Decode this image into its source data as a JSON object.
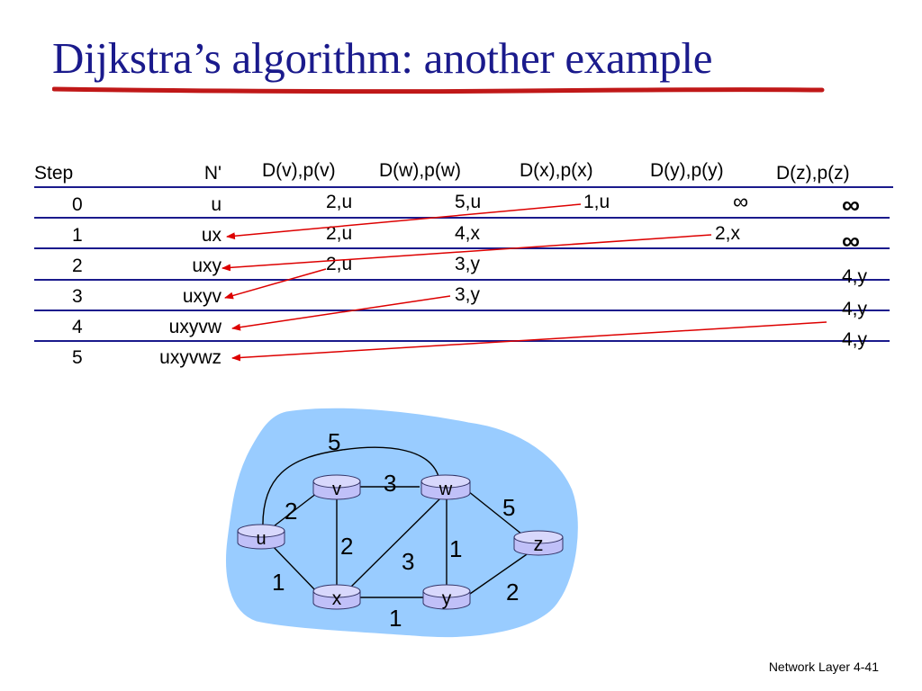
{
  "title": "Dijkstra’s algorithm: another example",
  "table": {
    "headers": {
      "step": "Step",
      "n": "N'",
      "v": "D(v),p(v)",
      "w": "D(w),p(w)",
      "x": "D(x),p(x)",
      "y": "D(y),p(y)",
      "z": "D(z),p(z)"
    },
    "rows": [
      {
        "step": "0",
        "n": "u",
        "v": "2,u",
        "w": "5,u",
        "x": "1,u",
        "y": "∞",
        "z": "∞"
      },
      {
        "step": "1",
        "n": "ux",
        "v": "2,u",
        "w": "4,x",
        "x": "",
        "y": "2,x",
        "z": "∞"
      },
      {
        "step": "2",
        "n": "uxy",
        "v": "2,u",
        "w": "3,y",
        "x": "",
        "y": "",
        "z": "4,y"
      },
      {
        "step": "3",
        "n": "uxyv",
        "v": "",
        "w": "3,y",
        "x": "",
        "y": "",
        "z": "4,y"
      },
      {
        "step": "4",
        "n": "uxyvw",
        "v": "",
        "w": "",
        "x": "",
        "y": "",
        "z": "4,y"
      },
      {
        "step": "5",
        "n": "uxyvwz",
        "v": "",
        "w": "",
        "x": "",
        "y": "",
        "z": ""
      }
    ]
  },
  "graph": {
    "nodes": [
      "u",
      "v",
      "w",
      "x",
      "y",
      "z"
    ],
    "edges": [
      {
        "from": "u",
        "to": "v",
        "cost": "2"
      },
      {
        "from": "u",
        "to": "x",
        "cost": "1"
      },
      {
        "from": "u",
        "to": "w",
        "cost": "5"
      },
      {
        "from": "v",
        "to": "w",
        "cost": "3"
      },
      {
        "from": "v",
        "to": "x",
        "cost": "2"
      },
      {
        "from": "x",
        "to": "w",
        "cost": "3"
      },
      {
        "from": "x",
        "to": "y",
        "cost": "1"
      },
      {
        "from": "w",
        "to": "y",
        "cost": "1"
      },
      {
        "from": "w",
        "to": "z",
        "cost": "5"
      },
      {
        "from": "y",
        "to": "z",
        "cost": "2"
      }
    ],
    "colors": {
      "cloud": "#99ccff",
      "router": "#c0c0f8",
      "router_stroke": "#333366"
    }
  },
  "footer": {
    "text": "Network Layer",
    "page": "4-41"
  },
  "colors": {
    "title": "#1a1a8c",
    "rule": "#1a1a8c",
    "underline": "#c01818",
    "arrow": "#dd0000"
  }
}
